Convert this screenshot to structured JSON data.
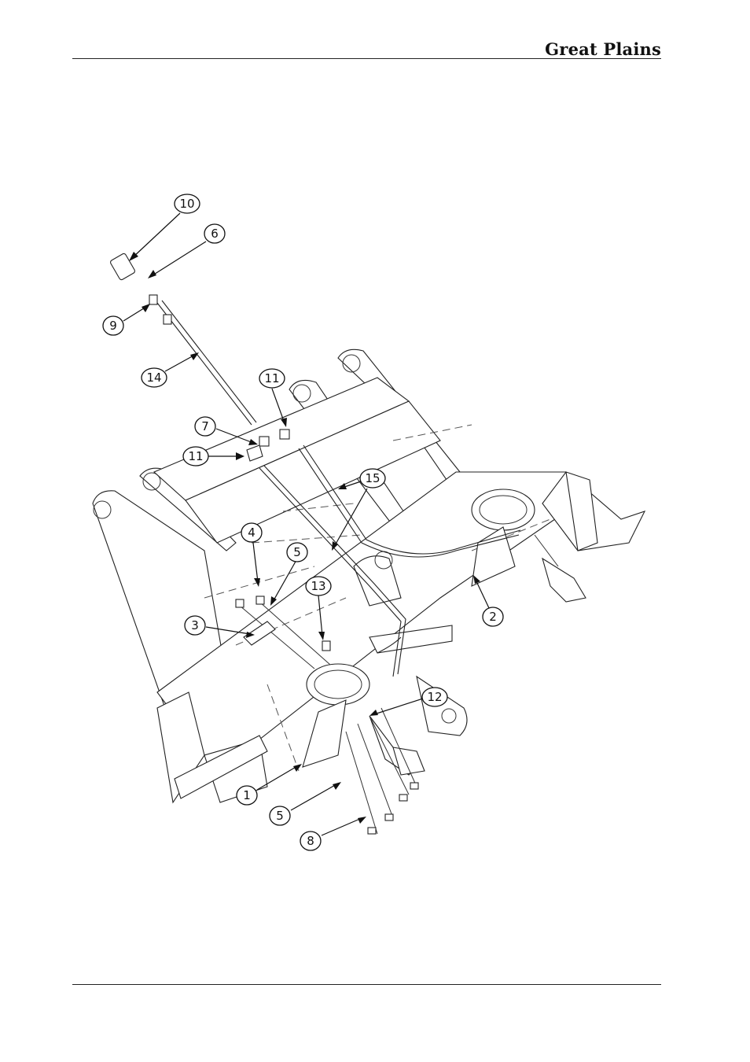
{
  "header": {
    "brand": "Great Plains"
  },
  "diagram": {
    "callouts": [
      {
        "id": "c10",
        "label": "10"
      },
      {
        "id": "c6",
        "label": "6"
      },
      {
        "id": "c9",
        "label": "9"
      },
      {
        "id": "c14",
        "label": "14"
      },
      {
        "id": "c11a",
        "label": "11"
      },
      {
        "id": "c7",
        "label": "7"
      },
      {
        "id": "c11b",
        "label": "11"
      },
      {
        "id": "c15",
        "label": "15"
      },
      {
        "id": "c4",
        "label": "4"
      },
      {
        "id": "c5a",
        "label": "5"
      },
      {
        "id": "c13",
        "label": "13"
      },
      {
        "id": "c3",
        "label": "3"
      },
      {
        "id": "c2",
        "label": "2"
      },
      {
        "id": "c12",
        "label": "12"
      },
      {
        "id": "c1",
        "label": "1"
      },
      {
        "id": "c5b",
        "label": "5"
      },
      {
        "id": "c8",
        "label": "8"
      }
    ]
  }
}
